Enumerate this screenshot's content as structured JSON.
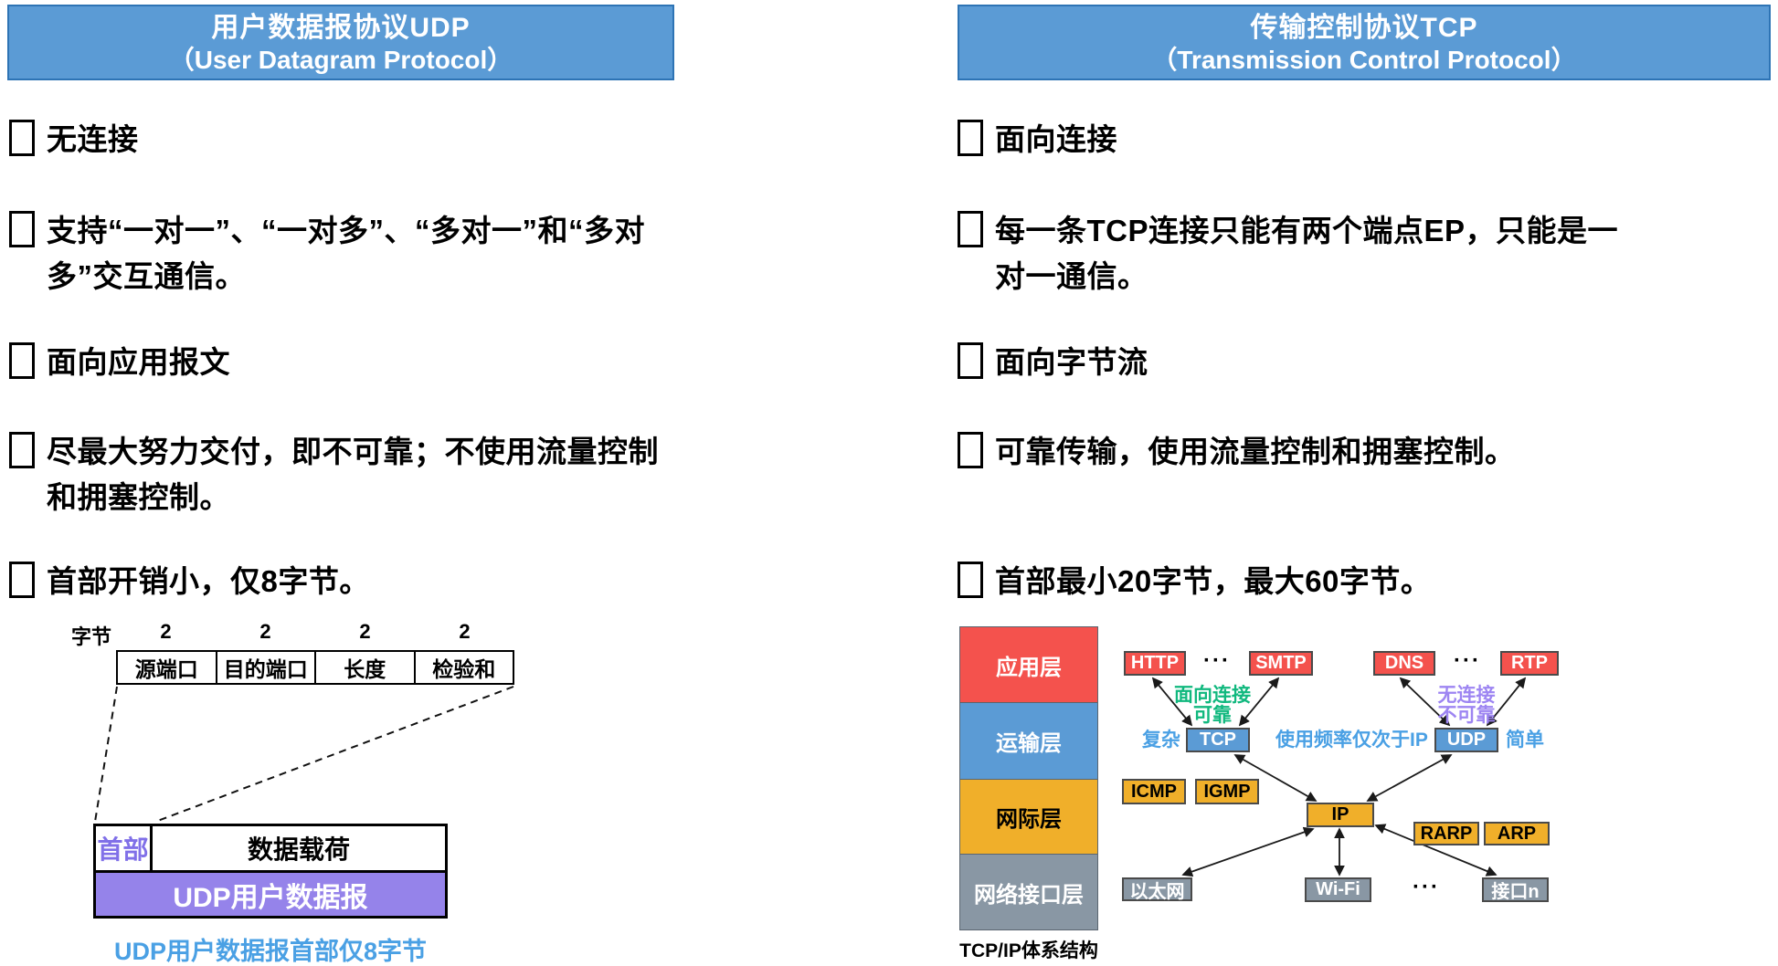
{
  "colors": {
    "header_blue": "#5B9BD5",
    "header_border": "#2E74B5",
    "red": "#F4524D",
    "blue_box": "#5B9BD5",
    "gold": "#F0AF2A",
    "gray": "#8997A4",
    "purple_box": "#9583EA",
    "purple_label": "#8070E8",
    "light_blue_text": "#4AA0E4",
    "green_text": "#10B87E",
    "purple_text": "#9D85F2"
  },
  "left": {
    "header": {
      "title": "用户数据报协议UDP",
      "subtitle": "（User Datagram Protocol）"
    },
    "bullets": [
      "无连接",
      "支持“一对一”、“一对多”、“多对一”和“多对多”交互通信。",
      "面向应用报文",
      "尽最大努力交付，即不可靠；不使用流量控制和拥塞控制。",
      "首部开销小，仅8字节。"
    ],
    "udp": {
      "bytes_label": "字节",
      "size_label": "2",
      "fields": [
        "源端口",
        "目的端口",
        "长度",
        "检验和"
      ],
      "header_label": "首部",
      "payload_label": "数据载荷",
      "bar_label": "UDP用户数据报",
      "caption": "UDP用户数据报首部仅8字节"
    }
  },
  "right": {
    "header": {
      "title": "传输控制协议TCP",
      "subtitle": "（Transmission Control Protocol）"
    },
    "bullets": [
      "面向连接",
      "每一条TCP连接只能有两个端点EP，只能是一对一通信。",
      "面向字节流",
      "可靠传输，使用流量控制和拥塞控制。",
      "首部最小20字节，最大60字节。"
    ],
    "tcpip": {
      "layers": [
        "应用层",
        "运输层",
        "网际层",
        "网络接口层"
      ],
      "caption": "TCP/IP体系结构",
      "nodes": {
        "http": "HTTP",
        "smtp": "SMTP",
        "dns": "DNS",
        "rtp": "RTP",
        "tcp": "TCP",
        "udp": "UDP",
        "icmp": "ICMP",
        "igmp": "IGMP",
        "ip": "IP",
        "rarp": "RARP",
        "arp": "ARP",
        "ethernet": "以太网",
        "wifi": "Wi-Fi",
        "iface": "接口n"
      },
      "dots": "···",
      "annotations": {
        "conn_oriented": "面向连接",
        "reliable": "可靠",
        "complex": "复杂",
        "freq": "使用频率仅次于IP",
        "connless": "无连接",
        "unreliable": "不可靠",
        "simple": "简单"
      }
    }
  }
}
